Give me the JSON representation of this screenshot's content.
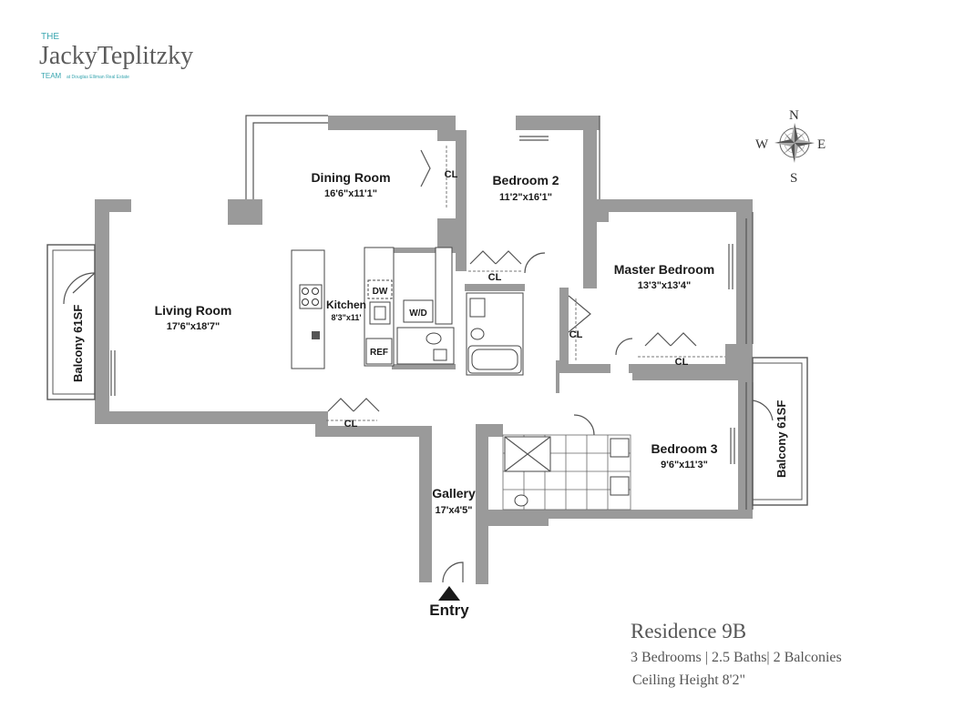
{
  "brand": {
    "prefix": "THE",
    "name": "JackyTeplitzky",
    "team": "TEAM",
    "affiliation": "at Douglas Elliman Real Estate"
  },
  "compass": {
    "n": "N",
    "s": "S",
    "e": "E",
    "w": "W"
  },
  "rooms": {
    "dining": {
      "name": "Dining Room",
      "dims": "16'6\"x11'1\""
    },
    "bedroom2": {
      "name": "Bedroom 2",
      "dims": "11'2\"x16'1\""
    },
    "master": {
      "name": "Master Bedroom",
      "dims": "13'3\"x13'4\""
    },
    "living": {
      "name": "Living Room",
      "dims": "17'6\"x18'7\""
    },
    "kitchen": {
      "name": "Kitchen",
      "dims": "8'3\"x11'"
    },
    "bedroom3": {
      "name": "Bedroom 3",
      "dims": "9'6\"x11'3\""
    },
    "gallery": {
      "name": "Gallery",
      "dims": "17'x4'5\""
    }
  },
  "balconies": {
    "west": "Balcony 61SF",
    "east": "Balcony 61SF"
  },
  "fixtures": {
    "closet": "CL",
    "dishwasher": "DW",
    "washer_dryer": "W/D",
    "refrigerator": "REF"
  },
  "entry": "Entry",
  "residence": {
    "title": "Residence 9B",
    "summary": "3 Bedrooms | 2.5 Baths| 2 Balconies",
    "ceiling": "Ceiling Height 8'2\""
  }
}
